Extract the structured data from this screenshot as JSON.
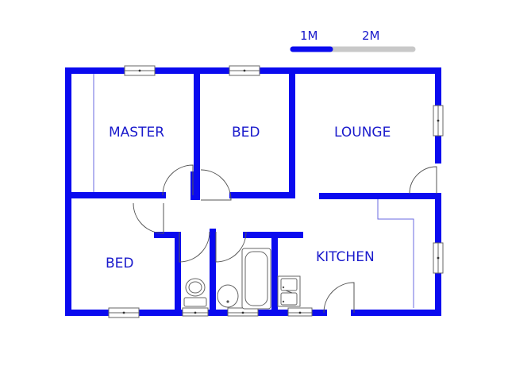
{
  "scale_bar": {
    "label_1": "1M",
    "label_2": "2M",
    "color_active": "#0a0aef",
    "color_inactive": "#c8c8c8"
  },
  "rooms": {
    "master": "MASTER",
    "bed_top": "BED",
    "lounge": "LOUNGE",
    "bed_bottom": "BED",
    "kitchen": "KITCHEN"
  },
  "colors": {
    "wall": "#0a0aef",
    "label": "#1a1acc"
  }
}
